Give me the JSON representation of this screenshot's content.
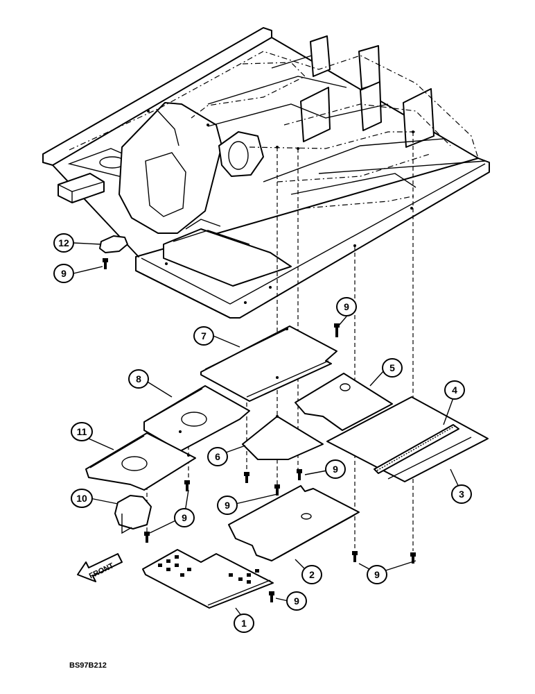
{
  "callouts": {
    "c1": "1",
    "c2": "2",
    "c3": "3",
    "c4": "4",
    "c5": "5",
    "c6": "6",
    "c7": "7",
    "c8": "8",
    "c9": "9",
    "c10": "10",
    "c11": "11",
    "c12": "12"
  },
  "front_label": "FRONT",
  "reference_code": "BS97B212"
}
